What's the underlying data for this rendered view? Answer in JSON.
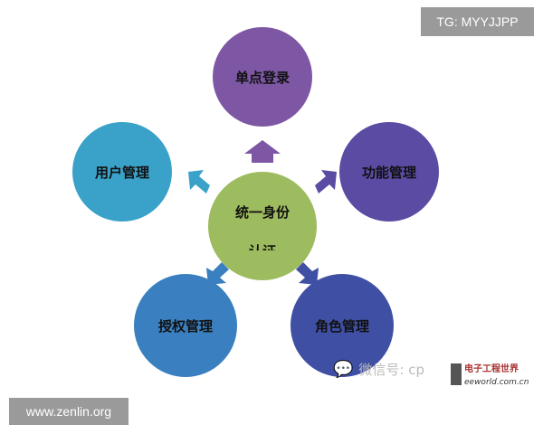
{
  "center": {
    "label": "统一身份",
    "sublabel": "认证",
    "color": "#9dbb5f"
  },
  "nodes": [
    {
      "label": "单点登录",
      "color": "#7d57a3"
    },
    {
      "label": "功能管理",
      "color": "#5b4ba3"
    },
    {
      "label": "角色管理",
      "color": "#3f4fa3"
    },
    {
      "label": "授权管理",
      "color": "#3a7fbf"
    },
    {
      "label": "用户管理",
      "color": "#3aa2c9"
    }
  ],
  "tag_top": "TG: MYYJJPP",
  "tag_bottom": "www.zenlin.org",
  "watermark": {
    "wechat": "微信号: cp",
    "logo": "电子工程世界",
    "logo_url": "eeworld.com.cn"
  }
}
